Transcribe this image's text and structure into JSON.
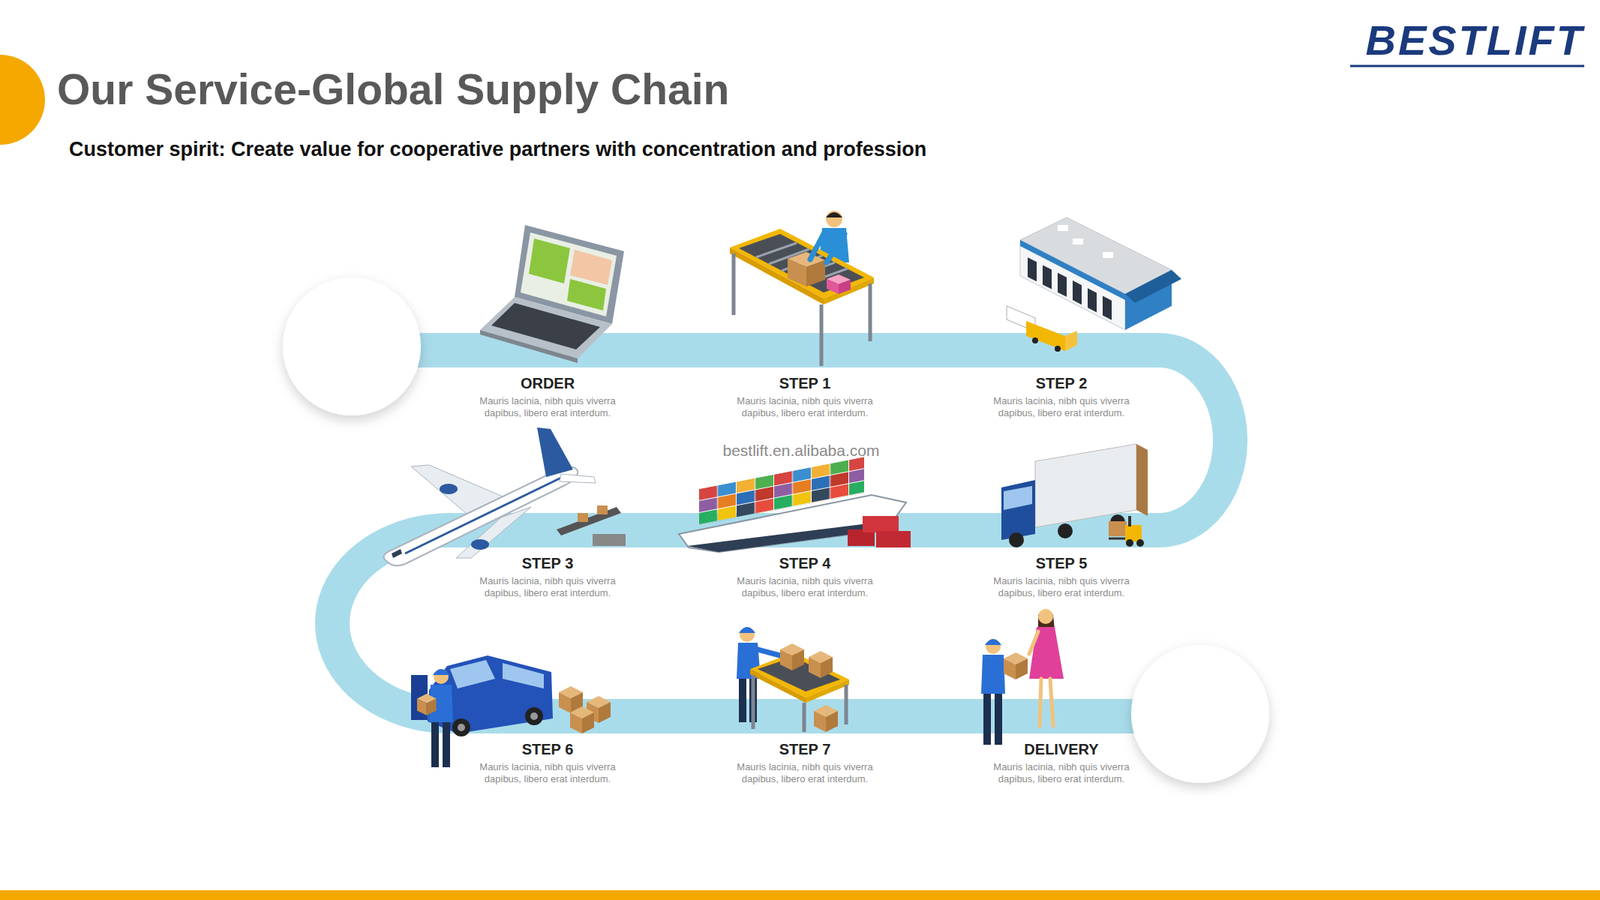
{
  "diagram": {
    "title": "Our Service-Global Supply Chain",
    "nodes": [
      {
        "text": [
          "ORDER",
          "Mauris lacinia, nibh quis viverra dapibus, libero erat interdum."
        ]
      },
      {
        "text": [
          "STEP 1",
          "Mauris lacinia, nibh quis viverra dapibus, libero erat interdum."
        ]
      },
      {
        "text": [
          "STEP 2",
          "Mauris lacinia, nibh quis viverra dapibus, libero erat interdum."
        ]
      },
      {
        "text": [
          "STEP 3",
          "Mauris lacinia, nibh quis viverra dapibus, libero erat interdum."
        ]
      },
      {
        "text": [
          "STEP 4",
          "Mauris lacinia, nibh quis viverra dapibus, libero erat interdum."
        ]
      },
      {
        "text": [
          "STEP 5",
          "Mauris lacinia, nibh quis viverra dapibus, libero erat interdum."
        ]
      },
      {
        "text": [
          "STEP 6",
          "Mauris lacinia, nibh quis viverra dapibus, libero erat interdum."
        ]
      },
      {
        "text": [
          "STEP 7",
          "Mauris lacinia, nibh quis viverra dapibus, libero erat interdum."
        ]
      },
      {
        "text": [
          "DELIVERY",
          "Mauris lacinia, nibh quis viverra dapibus, libero erat interdum."
        ]
      }
    ],
    "edges": [
      {
        "from": 0,
        "to": 1,
        "arrow": "none"
      },
      {
        "from": 1,
        "to": 2,
        "arrow": "none"
      },
      {
        "from": 2,
        "to": 5,
        "arrow": "none"
      },
      {
        "from": 5,
        "to": 4,
        "arrow": "none"
      },
      {
        "from": 4,
        "to": 3,
        "arrow": "none"
      },
      {
        "from": 3,
        "to": 6,
        "arrow": "none"
      },
      {
        "from": 6,
        "to": 7,
        "arrow": "none"
      },
      {
        "from": 7,
        "to": 8,
        "arrow": "none"
      }
    ],
    "labels": [
      "BESTLIFT",
      "Customer spirit: Create value for cooperative partners with concentration and profession",
      "bestlift.en.alibaba.com"
    ]
  }
}
